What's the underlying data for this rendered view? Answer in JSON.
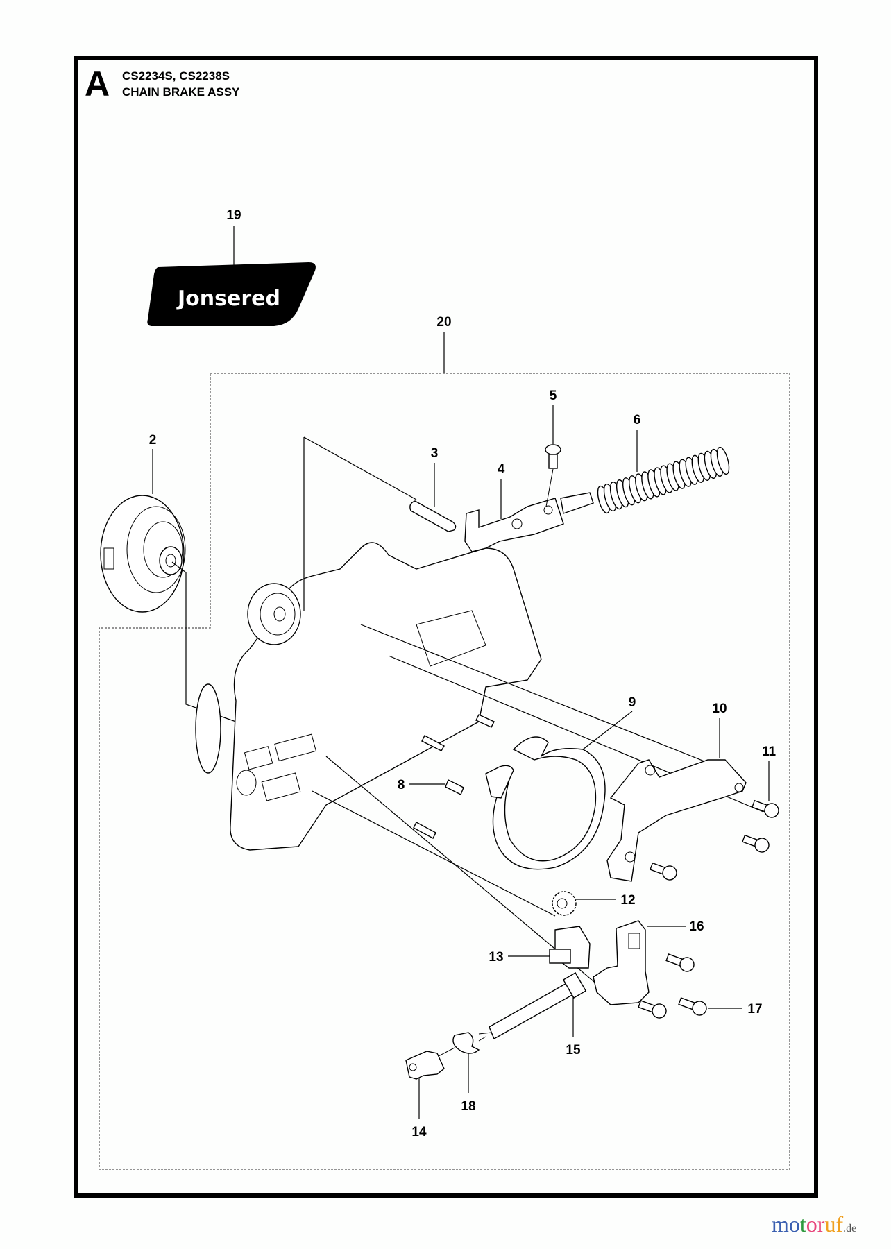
{
  "header": {
    "section_letter": "A",
    "models": "CS2234S, CS2238S",
    "title": "CHAIN BRAKE ASSY"
  },
  "logo_decal": {
    "text": "Jonsered"
  },
  "part_labels": [
    {
      "id": "2",
      "label": "2",
      "part": "clutch-drum-cover"
    },
    {
      "id": "3",
      "label": "3",
      "part": "pin"
    },
    {
      "id": "4",
      "label": "4",
      "part": "brake-lever-link"
    },
    {
      "id": "5",
      "label": "5",
      "part": "screw"
    },
    {
      "id": "6",
      "label": "6",
      "part": "brake-spring"
    },
    {
      "id": "8",
      "label": "8",
      "part": "pin-small"
    },
    {
      "id": "9",
      "label": "9",
      "part": "brake-band"
    },
    {
      "id": "10",
      "label": "10",
      "part": "cover-plate"
    },
    {
      "id": "11",
      "label": "11",
      "part": "screw"
    },
    {
      "id": "12",
      "label": "12",
      "part": "gear"
    },
    {
      "id": "13",
      "label": "13",
      "part": "adjuster-gear"
    },
    {
      "id": "14",
      "label": "14",
      "part": "chain-tensioner-nut"
    },
    {
      "id": "15",
      "label": "15",
      "part": "tensioner-screw"
    },
    {
      "id": "16",
      "label": "16",
      "part": "tensioner-bracket"
    },
    {
      "id": "17",
      "label": "17",
      "part": "screw"
    },
    {
      "id": "18",
      "label": "18",
      "part": "washer-clip"
    },
    {
      "id": "19",
      "label": "19",
      "part": "logo-decal"
    },
    {
      "id": "20",
      "label": "20",
      "part": "clutch-cover-assembly"
    }
  ],
  "watermark": {
    "letters": [
      "m",
      "o",
      "t",
      "o",
      "r",
      "u",
      "f"
    ],
    "colors": [
      "#3a5fb0",
      "#3a5fb0",
      "#2e9a3e",
      "#e8467c",
      "#e8467c",
      "#f0a020",
      "#f0a020"
    ],
    "tld": ".de"
  }
}
